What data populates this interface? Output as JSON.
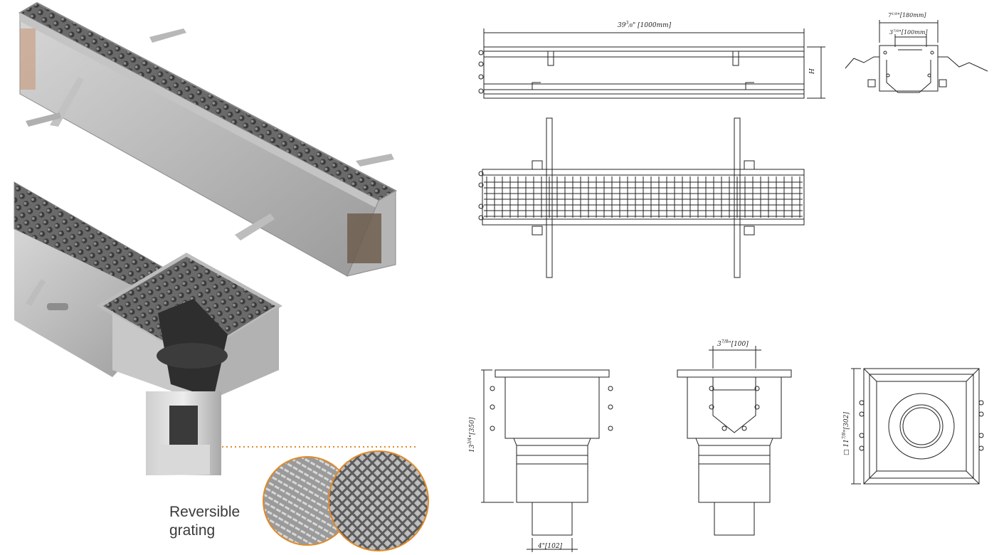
{
  "colors": {
    "accent": "#e08a2a",
    "steel": "#a9a9a9",
    "grating": "#5a5a5a",
    "line": "#222222"
  },
  "caption": {
    "line1": "Reversible",
    "line2": "grating"
  },
  "dimensions": {
    "length": {
      "whole": "39",
      "num": "3",
      "den": "8",
      "mm": "[1000mm]"
    },
    "height": "H",
    "outer_width": {
      "whole": "7",
      "num": "1",
      "den": "8",
      "mm": "[180mm]"
    },
    "inner_width": {
      "whole": "3",
      "num": "7",
      "den": "8",
      "mm": "[100mm]"
    },
    "outlet_width": {
      "whole": "3",
      "num": "7",
      "den": "8",
      "mm": "[100]"
    },
    "body_height": {
      "whole": "13",
      "num": "3",
      "den": "4",
      "mm": "[350]"
    },
    "outlet_diameter": "4\"[102]",
    "square_size": {
      "prefix": "□ 11",
      "num": "7",
      "den": "8",
      "mm": "[302]"
    }
  }
}
